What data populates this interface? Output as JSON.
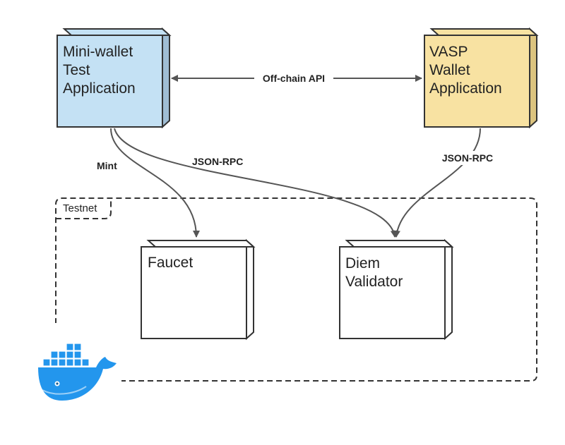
{
  "nodes": {
    "miniwallet": {
      "lines": [
        "Mini-wallet",
        "Test",
        "Application"
      ],
      "fill": "#c4e1f4",
      "side": "#9fbdd4"
    },
    "vasp": {
      "lines": [
        "VASP",
        "Wallet",
        "Application"
      ],
      "fill": "#f8e2a2",
      "side": "#dcc47f"
    },
    "faucet": {
      "lines": [
        "Faucet"
      ],
      "fill": "#ffffff",
      "side": "#ffffff"
    },
    "validator": {
      "lines": [
        "Diem",
        "Validator"
      ],
      "fill": "#ffffff",
      "side": "#ffffff"
    }
  },
  "edges": {
    "offchain": "Off-chain API",
    "mint": "Mint",
    "jsonrpc_mini": "JSON-RPC",
    "jsonrpc_vasp": "JSON-RPC"
  },
  "testnet": {
    "label": "Testnet"
  },
  "docker": {
    "icon": "docker-whale-icon",
    "color": "#2396ed"
  },
  "colors": {
    "stroke": "#333333",
    "edge": "#555555"
  }
}
